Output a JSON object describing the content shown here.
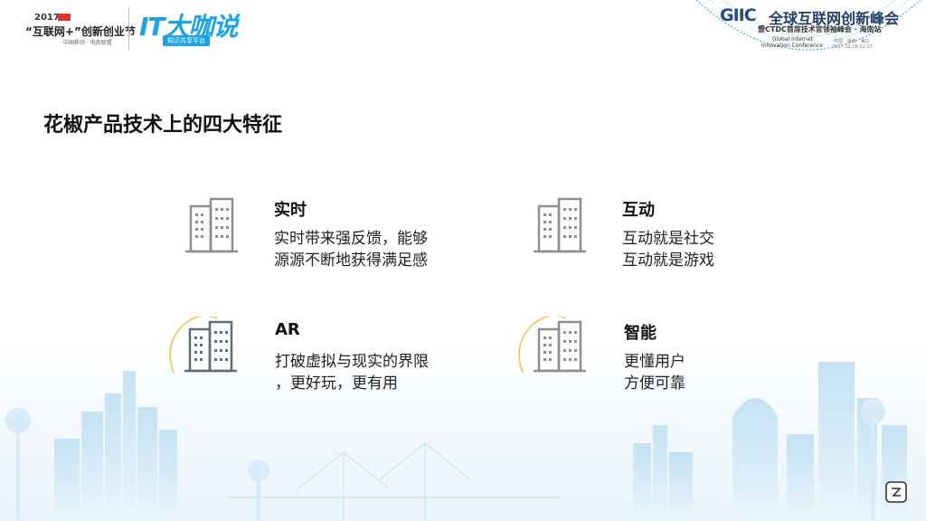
{
  "header": {
    "iot_logo": {
      "year": "2017",
      "title": "“互联网+”创新创业节",
      "subtitle": "中国移动 · 电商联盟"
    },
    "it_logo": {
      "text": "IT大咖说",
      "tag": "知识共享平台"
    },
    "giic_logo": {
      "brand": "GIIC",
      "title": "全球互联网创新峰会",
      "subtitle": "暨CTDC首席技术官领袖峰会 · 海南站",
      "en_line1": "Global Internet",
      "en_line2": "Innovation Conference",
      "venue": "中国 · 海南 · 海口",
      "date": "2017.12.16-12.17"
    }
  },
  "page_title": "花椒产品技术上的四大特征",
  "features": [
    {
      "title": "实时",
      "desc": [
        "实时带来强反馈，能够",
        "源源不断地获得满足感"
      ]
    },
    {
      "title": "互动",
      "desc": [
        "互动就是社交",
        "互动就是游戏"
      ]
    },
    {
      "title": "AR",
      "desc": [
        "打破虚拟与现实的界限",
        "，更好玩，更有用"
      ]
    },
    {
      "title": "智能",
      "desc": [
        "更懂用户",
        "方便可靠"
      ]
    }
  ],
  "colors": {
    "title": "#111111",
    "icon_gray": "#8e8e8e",
    "icon_dark": "#5f6d7e",
    "accent_yellow": "#f0c53b",
    "brand_blue": "#1aa4e8",
    "skyline_blue": "#bfe0f3"
  },
  "icons": [
    "building-icon",
    "globe-icon",
    "brand-corner-icon"
  ]
}
